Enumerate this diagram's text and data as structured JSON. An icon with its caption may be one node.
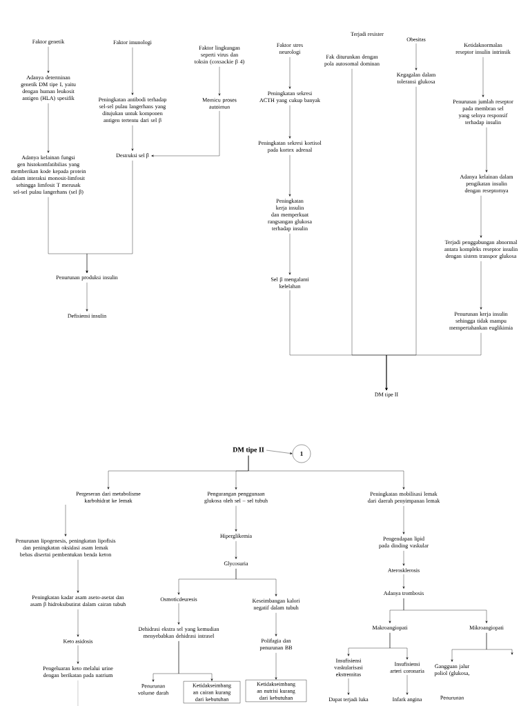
{
  "diagram": {
    "nodes": [
      {
        "text": [
          "Faktor genetik"
        ]
      },
      {
        "text": [
          "Adanya determinan genetik DM tipe I, yaitu dengan human leukosit antigen (HLA) spesifik"
        ]
      },
      {
        "text": [
          "Adanya kelainan fungsi gen histokomfatibilias yang memberikan kode kepada protein dalam interaksi monosit-limfosit sehingga limfosit T merusak sel-sel pulau langerhans (sel β)"
        ]
      },
      {
        "text": [
          "Faktor imunologi"
        ]
      },
      {
        "text": [
          "Peningkatan antibodi terhadap sel-sel pulau langerhans yang ditujukan untuk komponen antigen tertentu dari sel β"
        ]
      },
      {
        "text": [
          "Destruksi sel β"
        ]
      },
      {
        "text": [
          "Faktor lingkungan seperti virus dan toksin (coxsackie β 4)"
        ]
      },
      {
        "text": [
          "Memicu proses autoimun"
        ]
      },
      {
        "text": [
          "Penurunan produksi insulin"
        ]
      },
      {
        "text": [
          "Defisiensi insulin"
        ]
      },
      {
        "text": [
          "Faktor stres neurologi"
        ]
      },
      {
        "text": [
          "Peningkatan sekresi ACTH yang cukup banyak"
        ]
      },
      {
        "text": [
          "Peningkatan sekresi kortisol pada kortex adrenal"
        ]
      },
      {
        "text": [
          "Peningkatan kerja insulin dan memperkuat rangsangan glukosa terhadap insulin"
        ]
      },
      {
        "text": [
          "Sel β mengalami kelelahan"
        ]
      },
      {
        "text": [
          "Fak diturunkan dengan pola autosomal dominan"
        ]
      },
      {
        "text": [
          "Obesitas"
        ]
      },
      {
        "text": [
          "Kegagalan dalam toleransi glukosa"
        ]
      },
      {
        "text": [
          "Ketidaknormalan reseptor insulin intrinsik"
        ]
      },
      {
        "text": [
          "Penurunan jumlah reseptor pada membran sel yang selnya responsif terhadap insulin"
        ]
      },
      {
        "text": [
          "Adanya kelainan dalam pengikatan insulin dengan reseptornya"
        ]
      },
      {
        "text": [
          "Terjadi penggabungan abnormal antara kompleks reseptor insulin dengan sistem transpor glukosa"
        ]
      },
      {
        "text": [
          "Penurunan kerja insulin sehingga tidak mampu mempertahankan euglikimia"
        ]
      },
      {
        "text": [
          "DM tipe II"
        ]
      },
      {
        "text": [
          "DM tipe II"
        ]
      },
      {
        "text": [
          "1"
        ]
      },
      {
        "text": [
          "Pergeseran dari metabolisme karbohidrat ke lemak"
        ]
      },
      {
        "text": [
          "Penurunan lipogenesis, peningkatan lipofisis dan peningkatan oksidasi asam lemak bebas disertai pembentukan benda keton"
        ]
      },
      {
        "text": [
          "Peningkatan kadar asam aseto-asetat dan asam β hidroksibutirat dalam cairan tubuh"
        ]
      },
      {
        "text": [
          "Keto asidosis"
        ]
      },
      {
        "text": [
          "Pengeluaran keto melalui urine dengan berikatan pada natrium"
        ]
      },
      {
        "text": [
          "Pengurangan penggunaan glukosa oleh sel – sel tubuh"
        ]
      },
      {
        "text": [
          "Hiperglikemia"
        ]
      },
      {
        "text": [
          "Glycosuria"
        ]
      },
      {
        "text": [
          "Osmoticdeuresis"
        ]
      },
      {
        "text": [
          "Keseimbangan kalori negatif dalam tubuh"
        ]
      },
      {
        "text": [
          "Dehidrasi ekstra sel yang kemudian menyebabkan dehidrasi intrasel"
        ]
      },
      {
        "text": [
          "Polifagia dan penurunan BB"
        ]
      },
      {
        "text": [
          "Penurunan volume darah"
        ]
      },
      {
        "text": [
          "Ketidakseimbang an cairan kurang dari kebutuhan"
        ]
      },
      {
        "text": [
          "Ketidakseimbang an nutrisi kurang dari kebutuhan"
        ]
      },
      {
        "text": [
          "Peningkatan mobilisasi lemak dari daerah penyimpanan lemak"
        ]
      },
      {
        "text": [
          "Pengendapan lipid pada dinding vaskular"
        ]
      },
      {
        "text": [
          "Aterosklerosis"
        ]
      },
      {
        "text": [
          "Adanya trombosis"
        ]
      },
      {
        "text": [
          "Makroangiopati"
        ]
      },
      {
        "text": [
          "Mikroangiopati"
        ]
      },
      {
        "text": [
          "Insufisiensi vaskularisasi ekstremitas"
        ]
      },
      {
        "text": [
          "Insufisiensi arteri coronaria"
        ]
      },
      {
        "text": [
          "Gangguan jalur poliol (glukosa,"
        ]
      },
      {
        "text": [
          "Dapat terjadi luka"
        ]
      },
      {
        "text": [
          "Infark angina"
        ]
      }
    ],
    "edges": [
      {
        "from": 0,
        "to": 1,
        "arrow": "to"
      },
      {
        "from": 1,
        "to": 2,
        "arrow": "to"
      },
      {
        "from": 3,
        "to": 4,
        "arrow": "to"
      },
      {
        "from": 4,
        "to": 5,
        "arrow": "to"
      },
      {
        "from": 6,
        "to": 7,
        "arrow": "to"
      },
      {
        "from": 7,
        "to": 5,
        "arrow": "to"
      },
      {
        "from": 2,
        "to": 8,
        "arrow": "to"
      },
      {
        "from": 5,
        "to": 8,
        "arrow": "to"
      },
      {
        "from": 8,
        "to": 9,
        "arrow": "to"
      },
      {
        "from": 10,
        "to": 11,
        "arrow": "to"
      },
      {
        "from": 11,
        "to": 12,
        "arrow": "to"
      },
      {
        "from": 12,
        "to": 13,
        "arrow": "to"
      },
      {
        "from": 13,
        "to": 14,
        "arrow": "to"
      },
      {
        "from": 16,
        "to": 17,
        "arrow": "to"
      },
      {
        "from": 18,
        "to": 19,
        "arrow": "to"
      },
      {
        "from": 19,
        "to": 20,
        "arrow": "to"
      },
      {
        "from": 20,
        "to": 21,
        "arrow": "to"
      },
      {
        "from": 21,
        "to": 22,
        "arrow": "to"
      },
      {
        "from": 14,
        "to": 23,
        "arrow": "to"
      },
      {
        "from": 15,
        "to": 23,
        "arrow": "to"
      },
      {
        "from": 17,
        "to": 23,
        "arrow": "to"
      },
      {
        "from": 22,
        "to": 23,
        "arrow": "to"
      },
      {
        "from": 24,
        "to": 25,
        "arrow": "to"
      },
      {
        "from": 24,
        "to": 26,
        "arrow": "to"
      },
      {
        "from": 24,
        "to": 31,
        "arrow": "to"
      },
      {
        "from": 24,
        "to": 41,
        "arrow": "to"
      },
      {
        "from": 26,
        "to": 27,
        "arrow": "to"
      },
      {
        "from": 27,
        "to": 28,
        "arrow": "to"
      },
      {
        "from": 28,
        "to": 29,
        "arrow": "to"
      },
      {
        "from": 29,
        "to": 30,
        "arrow": "to"
      },
      {
        "from": 30,
        "to": null,
        "arrow": "none"
      },
      {
        "from": 31,
        "to": 32,
        "arrow": "to"
      },
      {
        "from": 32,
        "to": 33,
        "arrow": "to"
      },
      {
        "from": 33,
        "to": 34,
        "arrow": "to"
      },
      {
        "from": 33,
        "to": 35,
        "arrow": "to"
      },
      {
        "from": 34,
        "to": 36,
        "arrow": "to"
      },
      {
        "from": 36,
        "to": 38,
        "arrow": "to"
      },
      {
        "from": 36,
        "to": 39,
        "arrow": "to"
      },
      {
        "from": 35,
        "to": 37,
        "arrow": "to"
      },
      {
        "from": 37,
        "to": 40,
        "arrow": "to"
      },
      {
        "from": 41,
        "to": 42,
        "arrow": "to"
      },
      {
        "from": 42,
        "to": 43,
        "arrow": "to"
      },
      {
        "from": 43,
        "to": 44,
        "arrow": "to"
      },
      {
        "from": 44,
        "to": 45,
        "arrow": "to"
      },
      {
        "from": 44,
        "to": 46,
        "arrow": "to"
      },
      {
        "from": 45,
        "to": 47,
        "arrow": "to"
      },
      {
        "from": 45,
        "to": 48,
        "arrow": "to"
      },
      {
        "from": 46,
        "to": 49,
        "arrow": "to"
      },
      {
        "from": 46,
        "to": null,
        "arrow": "to"
      },
      {
        "from": 47,
        "to": 50,
        "arrow": "to"
      },
      {
        "from": 48,
        "to": 51,
        "arrow": "to"
      }
    ],
    "labels": [
      "Terjadi resister",
      "Penurunan"
    ]
  }
}
